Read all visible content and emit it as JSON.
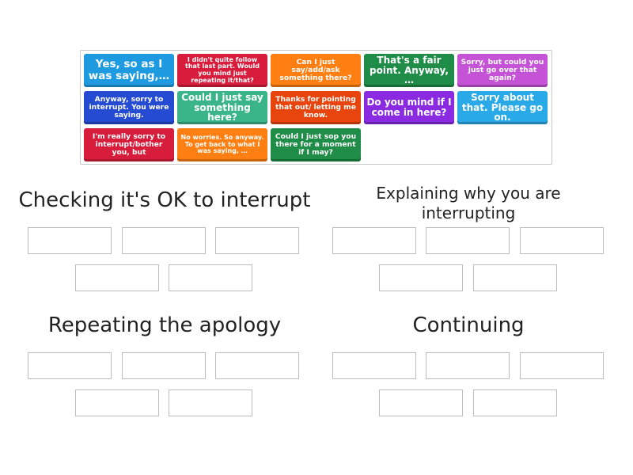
{
  "tiles": [
    {
      "text": "Yes, so as I was saying,…",
      "color": "#1e9be0"
    },
    {
      "text": "I didn't quite follow that last part. Would you mind just repeating it/that?",
      "color": "#d81d3c"
    },
    {
      "text": "Can I just say/add/ask something there?",
      "color": "#ff7f12"
    },
    {
      "text": "That's a fair point. Anyway, …",
      "color": "#1f8c47"
    },
    {
      "text": "Sorry, but could you just go over that again?",
      "color": "#c553d6"
    },
    {
      "text": "Anyway, sorry to interrupt. You were saying.",
      "color": "#244bd1"
    },
    {
      "text": "Could I just say something here?",
      "color": "#3ab58a"
    },
    {
      "text": "Thanks for pointing that out/ letting me know.",
      "color": "#e8440d"
    },
    {
      "text": "Do you mind if I come in here?",
      "color": "#8a2be2"
    },
    {
      "text": "Sorry about that. Please go on.",
      "color": "#29a9e8"
    },
    {
      "text": "I'm really sorry to interrupt/bother you, but",
      "color": "#d81d3c"
    },
    {
      "text": "No worries. So anyway. To get back to what I was saying, …",
      "color": "#ff7f12"
    },
    {
      "text": "Could I just sop you there for a moment if I may?",
      "color": "#1f8c47"
    }
  ],
  "groups": [
    {
      "title": "Checking it's OK to interrupt"
    },
    {
      "title": "Explaining why you are interrupting"
    },
    {
      "title": "Repeating the apology"
    },
    {
      "title": "Continuing"
    }
  ]
}
